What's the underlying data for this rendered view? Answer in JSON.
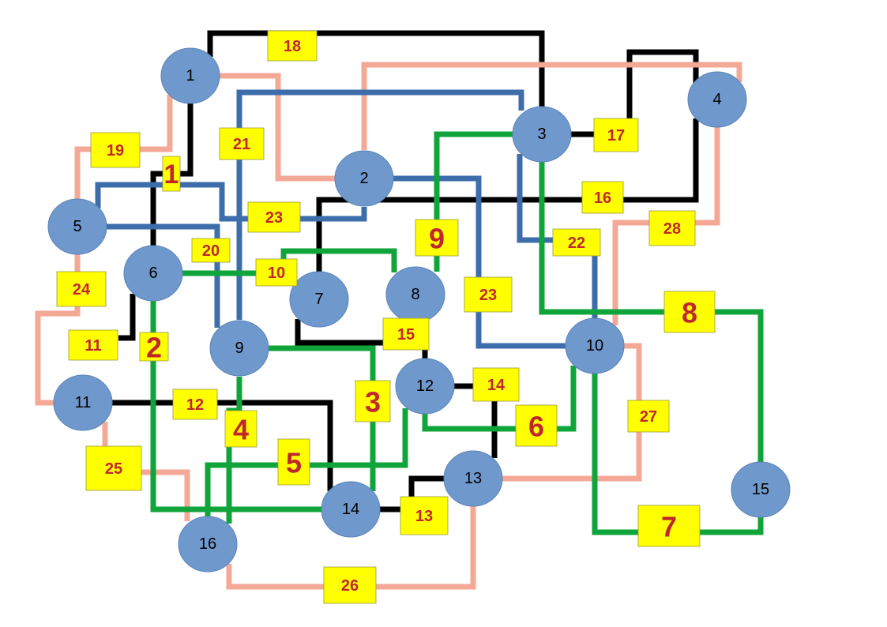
{
  "colors": {
    "black": "#000000",
    "pink": "#f4a896",
    "blue": "#3e6dab",
    "green": "#10a53a",
    "node_fill": "#6f98cc",
    "weight_box": "#ffff00",
    "weight_text": "#c0272d"
  },
  "nodes": [
    {
      "id": "1",
      "label": "1"
    },
    {
      "id": "2",
      "label": "2"
    },
    {
      "id": "3",
      "label": "3"
    },
    {
      "id": "4",
      "label": "4"
    },
    {
      "id": "5",
      "label": "5"
    },
    {
      "id": "6",
      "label": "6"
    },
    {
      "id": "7",
      "label": "7"
    },
    {
      "id": "8",
      "label": "8"
    },
    {
      "id": "9",
      "label": "9"
    },
    {
      "id": "10",
      "label": "10"
    },
    {
      "id": "11",
      "label": "11"
    },
    {
      "id": "12",
      "label": "12"
    },
    {
      "id": "13",
      "label": "13"
    },
    {
      "id": "14",
      "label": "14"
    },
    {
      "id": "15",
      "label": "15"
    },
    {
      "id": "16",
      "label": "16"
    }
  ],
  "edges": [
    {
      "from": "1",
      "to": "3",
      "color": "black",
      "weight": "18"
    },
    {
      "from": "3",
      "to": "4",
      "color": "black",
      "weight": "17"
    },
    {
      "from": "1",
      "to": "6",
      "color": "black",
      "weight": "1"
    },
    {
      "from": "4",
      "to": "7",
      "color": "black",
      "weight": "16"
    },
    {
      "from": "6",
      "to": "11",
      "color": "black",
      "weight": "11"
    },
    {
      "from": "11",
      "to": "14",
      "color": "black",
      "weight": "12"
    },
    {
      "from": "7",
      "to": "12",
      "color": "black",
      "weight": "15"
    },
    {
      "from": "12",
      "to": "13",
      "color": "black",
      "weight": "14"
    },
    {
      "from": "13",
      "to": "14",
      "color": "black",
      "weight": "13"
    },
    {
      "from": "1",
      "to": "5",
      "color": "pink",
      "weight": "19"
    },
    {
      "from": "1",
      "to": "2",
      "color": "pink",
      "weight": ""
    },
    {
      "from": "2",
      "to": "4",
      "color": "pink",
      "weight": ""
    },
    {
      "from": "5",
      "to": "11",
      "color": "pink",
      "weight": "24"
    },
    {
      "from": "11",
      "to": "16",
      "color": "pink",
      "weight": "25"
    },
    {
      "from": "16",
      "to": "13",
      "color": "pink",
      "weight": "26"
    },
    {
      "from": "13",
      "to": "10",
      "color": "pink",
      "weight": "27"
    },
    {
      "from": "4",
      "to": "10",
      "color": "pink",
      "weight": "28"
    },
    {
      "from": "9",
      "to": "3",
      "color": "blue",
      "weight": "21"
    },
    {
      "from": "5",
      "to": "2",
      "color": "blue",
      "weight": "23"
    },
    {
      "from": "5",
      "to": "9",
      "color": "blue",
      "weight": "20"
    },
    {
      "from": "3",
      "to": "10",
      "color": "blue",
      "weight": "22"
    },
    {
      "from": "2",
      "to": "10",
      "color": "blue",
      "weight": "23"
    },
    {
      "from": "6",
      "to": "8",
      "color": "green",
      "weight": "10"
    },
    {
      "from": "6",
      "to": "14",
      "color": "green",
      "weight": "2"
    },
    {
      "from": "9",
      "to": "14",
      "color": "green",
      "weight": "3"
    },
    {
      "from": "9",
      "to": "16",
      "color": "green",
      "weight": "4"
    },
    {
      "from": "12",
      "to": "16",
      "color": "green",
      "weight": "5"
    },
    {
      "from": "12",
      "to": "10",
      "color": "green",
      "weight": "6"
    },
    {
      "from": "10",
      "to": "15",
      "color": "green",
      "weight": "7"
    },
    {
      "from": "3",
      "to": "15",
      "color": "green",
      "weight": "8"
    },
    {
      "from": "3",
      "to": "8",
      "color": "green",
      "weight": "9"
    }
  ]
}
